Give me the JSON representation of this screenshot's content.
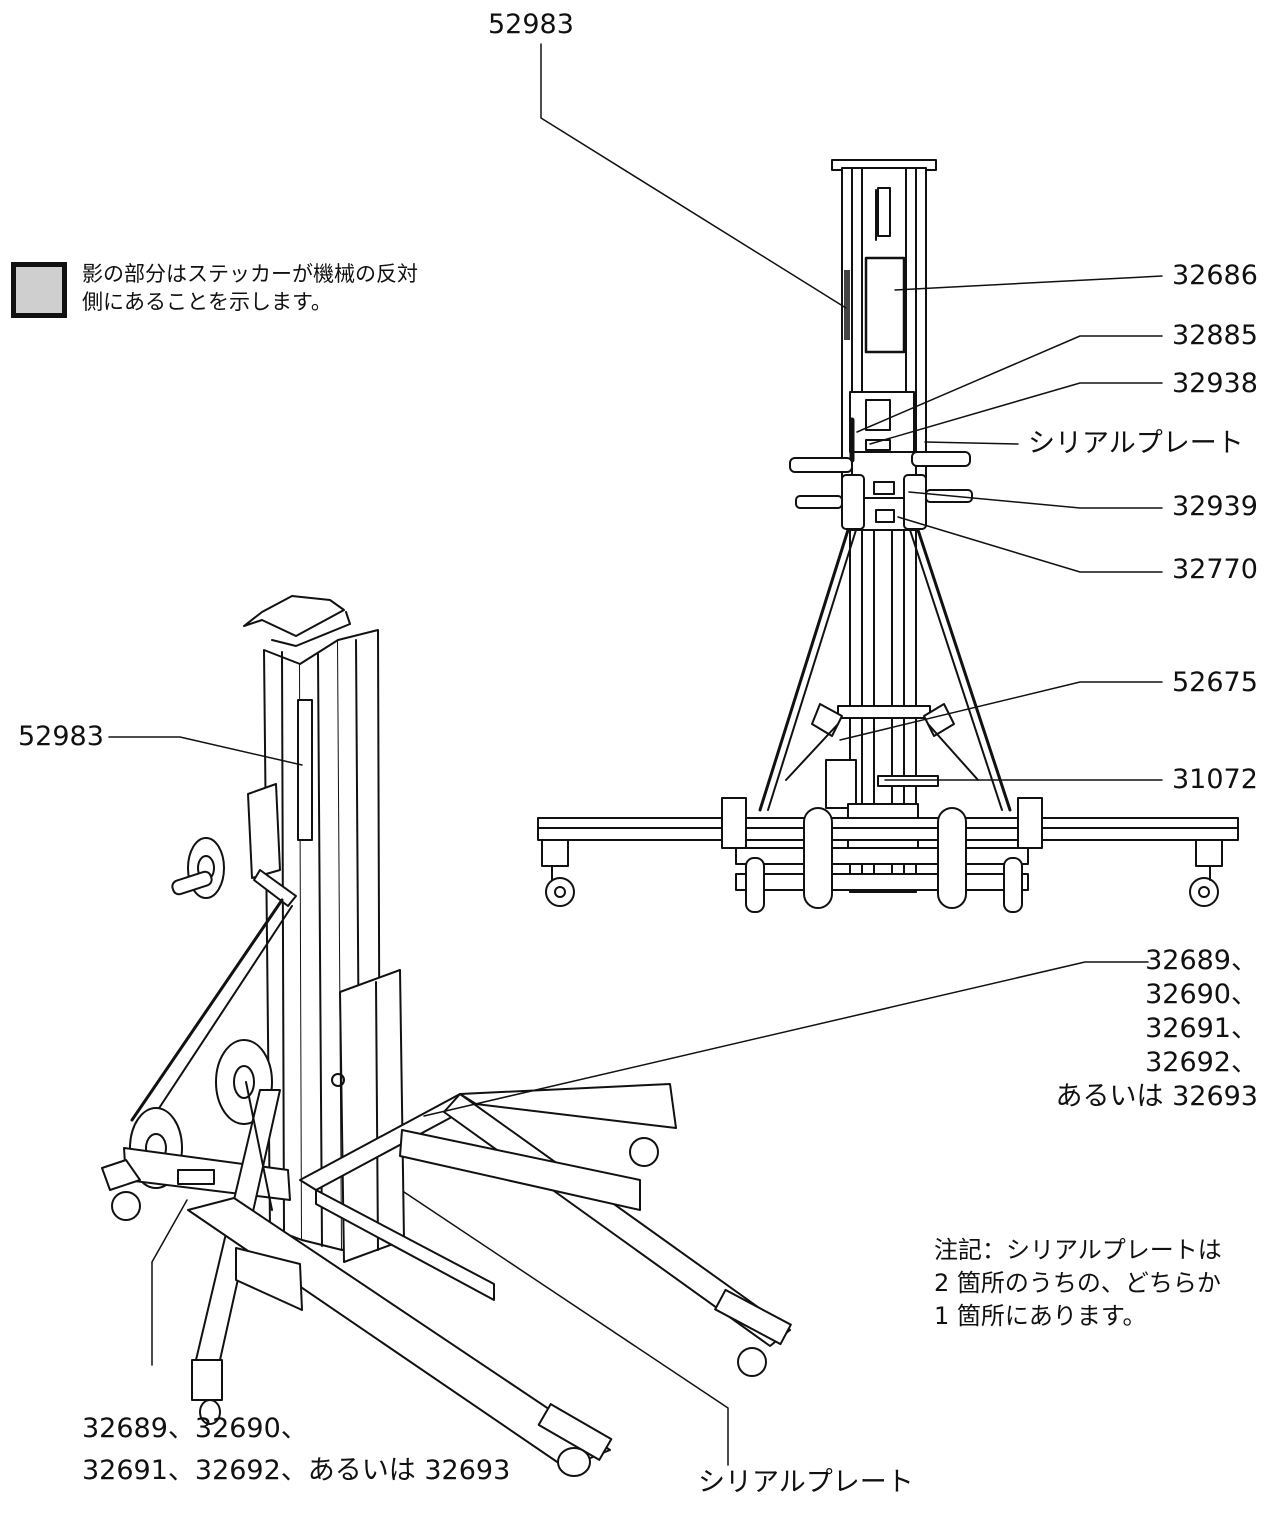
{
  "legend": {
    "lines": [
      "影の部分はステッカーが機械の反対",
      "側にあることを示します。"
    ],
    "swatch_color": "#cfcfcf"
  },
  "labels": {
    "top": "52983",
    "left_column": "52983",
    "r_32686": "32686",
    "r_32885": "32885",
    "r_32938": "32938",
    "r_serial": "シリアルプレート",
    "r_32939": "32939",
    "r_32770": "32770",
    "r_52675": "52675",
    "r_31072": "31072",
    "right_group": [
      "32689、",
      "32690、",
      "32691、",
      "32692、",
      "あるいは 32693"
    ],
    "bottom_left": [
      "32689、32690、",
      "32691、32692、あるいは 32693"
    ],
    "bottom_serial": "シリアルプレート"
  },
  "note": {
    "lines": [
      "注記：シリアルプレートは",
      "2 箇所のうちの、どちらか",
      "1 箇所にあります。"
    ]
  }
}
